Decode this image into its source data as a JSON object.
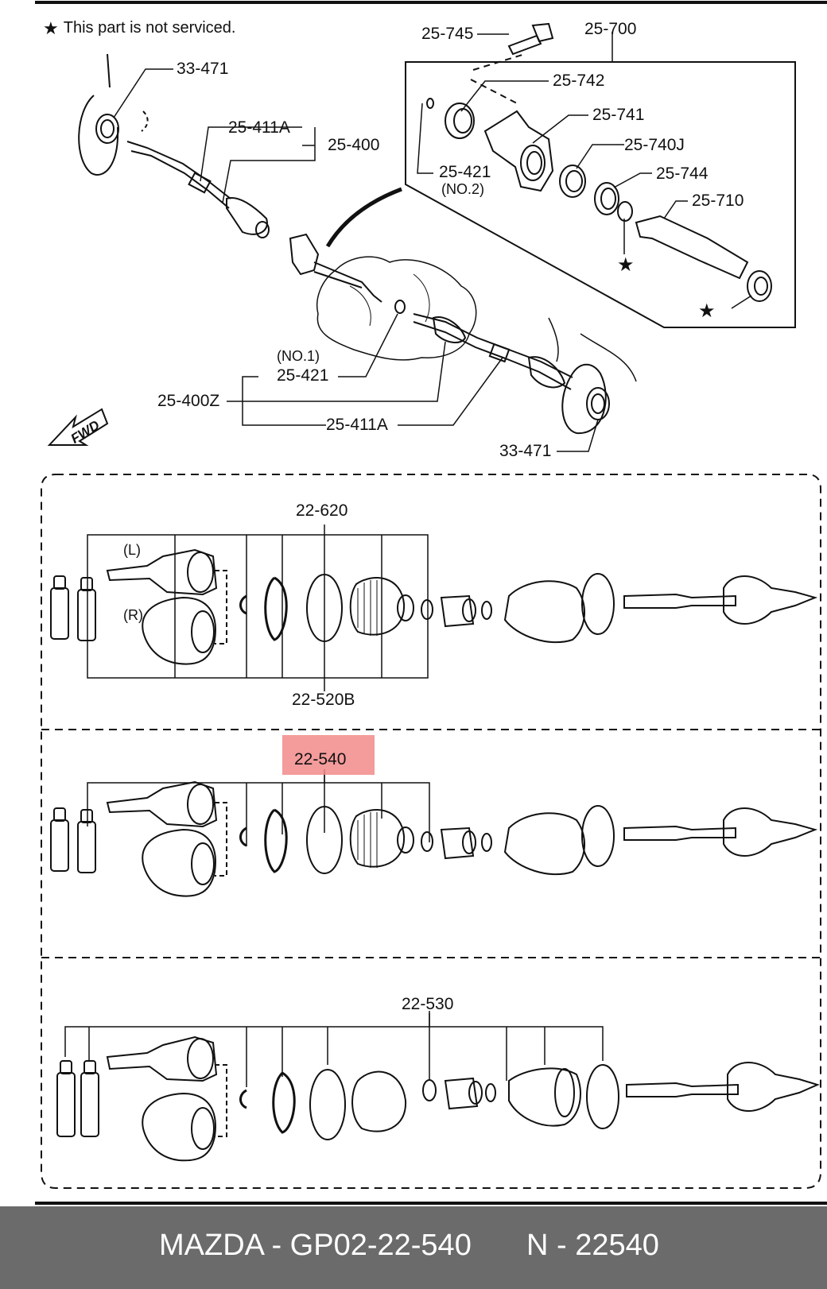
{
  "note": {
    "symbol": "★",
    "text": "This part is not serviced."
  },
  "fwd_label": "FWD",
  "labels": {
    "l33471_top": "33-471",
    "l25411a_top": "25-411A",
    "l25400": "25-400",
    "l25745": "25-745",
    "l25700": "25-700",
    "l25742": "25-742",
    "l25741": "25-741",
    "l25740j": "25-740J",
    "l25744": "25-744",
    "l25710": "25-710",
    "l25421_top": "25-421",
    "no2": "(NO.2)",
    "no1": "(NO.1)",
    "l25421_mid": "25-421",
    "l25400z": "25-400Z",
    "l25411a_bot": "25-411A",
    "l33471_bot": "33-471",
    "l22620": "22-620",
    "l22520b": "22-520B",
    "side_l": "(L)",
    "side_r": "(R)",
    "l22540": "22-540",
    "l22530": "22-530"
  },
  "stars": [
    "★",
    "★"
  ],
  "highlight_color": "#f28a8a",
  "footer": {
    "part": "MAZDA - GP02-22-540",
    "code": "N - 22540"
  }
}
